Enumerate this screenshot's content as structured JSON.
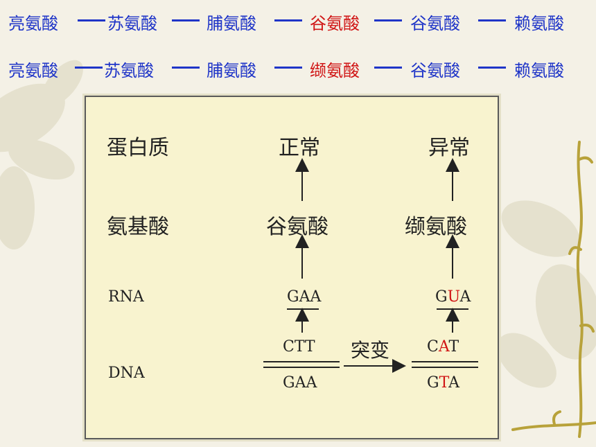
{
  "sequence_rows": [
    {
      "items": [
        {
          "label": "亮氨酸",
          "mutated": false
        },
        {
          "label": "苏氨酸",
          "mutated": false
        },
        {
          "label": "脯氨酸",
          "mutated": false
        },
        {
          "label": "谷氨酸",
          "mutated": true
        },
        {
          "label": "谷氨酸",
          "mutated": false
        },
        {
          "label": "赖氨酸",
          "mutated": false
        }
      ]
    },
    {
      "items": [
        {
          "label": "亮氨酸",
          "mutated": false
        },
        {
          "label": "苏氨酸",
          "mutated": false
        },
        {
          "label": "脯氨酸",
          "mutated": false
        },
        {
          "label": "缬氨酸",
          "mutated": true
        },
        {
          "label": "谷氨酸",
          "mutated": false
        },
        {
          "label": "赖氨酸",
          "mutated": false
        }
      ]
    }
  ],
  "diagram": {
    "row_labels": {
      "protein": "蛋白质",
      "amino_acid": "氨基酸",
      "rna": "RNA",
      "dna": "DNA"
    },
    "normal": {
      "protein": "正常",
      "amino_acid": "谷氨酸",
      "mrna": "GAA",
      "dna_top": "CTT",
      "dna_bottom": "GAA"
    },
    "mutant": {
      "protein": "异常",
      "amino_acid": "缬氨酸",
      "mrna": [
        "G",
        "U",
        "A"
      ],
      "dna_top": [
        "C",
        "A",
        "T"
      ],
      "dna_bottom": [
        "G",
        "T",
        "A"
      ],
      "mutated_index": 1
    },
    "mutation_label": "突变"
  },
  "colors": {
    "text_blue": "#1f35c8",
    "mutation_red": "#d01515",
    "panel_bg": "#f8f3cf"
  }
}
